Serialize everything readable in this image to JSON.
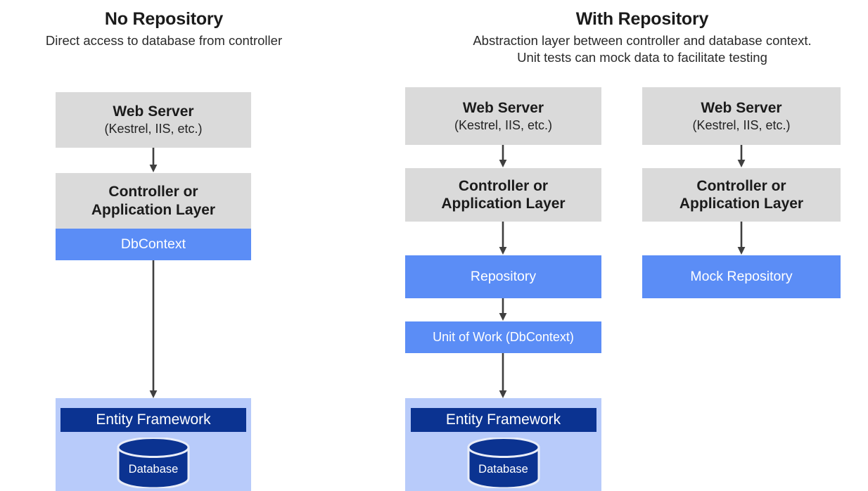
{
  "diagram": {
    "title_left": "No Repository",
    "subtitle_left": "Direct access to database from controller",
    "title_right": "With Repository",
    "subtitle_right": "Abstraction layer between controller and database context.\nUnit tests can mock data to facilitate testing"
  },
  "labels": {
    "web_server": "Web Server",
    "web_server_sub": "(Kestrel, IIS, etc.)",
    "controller": "Controller or\nApplication Layer",
    "dbcontext": "DbContext",
    "repository": "Repository",
    "mock_repository": "Mock Repository",
    "unit_of_work": "Unit of Work (DbContext)",
    "entity_framework": "Entity Framework",
    "database": "Database"
  },
  "colors": {
    "gray_box": "#dadada",
    "blue_box": "#5b8df6",
    "light_blue_box": "#b8cbfa",
    "navy_box": "#0b3391",
    "arrow": "#3f3f3f",
    "text_dark": "#1b1b1b",
    "text_light": "#ffffff"
  },
  "columns": [
    {
      "id": "no-repository",
      "nodes": [
        "web_server",
        "controller",
        "dbcontext",
        "entity_framework",
        "database"
      ]
    },
    {
      "id": "with-repository-runtime",
      "nodes": [
        "web_server",
        "controller",
        "repository",
        "unit_of_work",
        "entity_framework",
        "database"
      ]
    },
    {
      "id": "with-repository-tests",
      "nodes": [
        "web_server",
        "controller",
        "mock_repository"
      ]
    }
  ]
}
